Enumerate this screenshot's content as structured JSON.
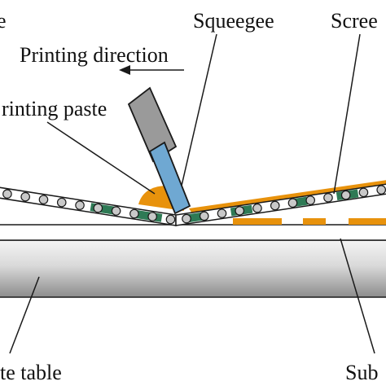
{
  "labels": {
    "partial_top_left": "e",
    "squeegee": "Squeegee",
    "screen": "Scree",
    "printing_direction": "Printing direction",
    "printing_paste": "rinting paste",
    "substrate_table": "te table",
    "substrate": "Sub"
  },
  "colors": {
    "ink": "#1a1a1a",
    "paste": "#e8920c",
    "mesh_green": "#2e7a55",
    "bead": "#c9c9c9",
    "squeegee_blade": "#6fa8d2",
    "squeegee_holder": "#9a9a9a"
  },
  "icons": {
    "direction_arrow": "arrow-left-icon"
  }
}
